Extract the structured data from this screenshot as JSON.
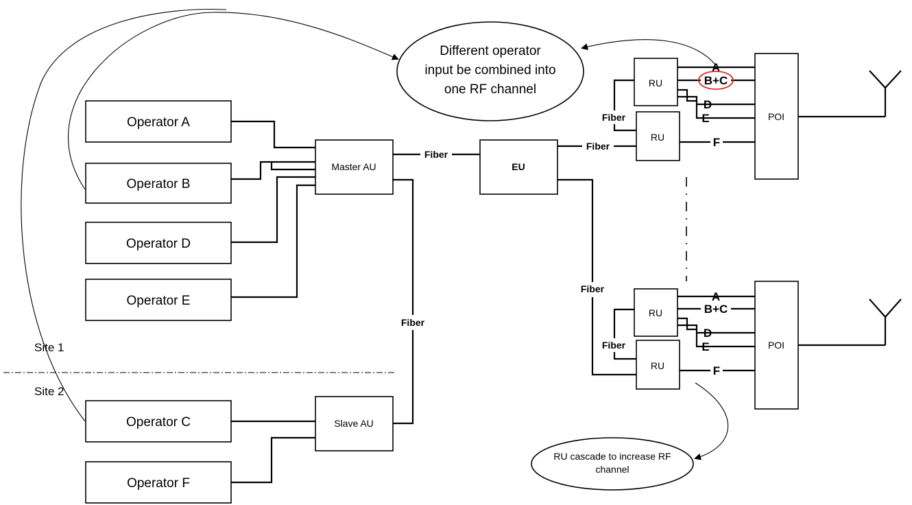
{
  "operators": {
    "a": "Operator A",
    "b": "Operator B",
    "d": "Operator D",
    "e": "Operator E",
    "c": "Operator C",
    "f": "Operator F"
  },
  "units": {
    "master_au": "Master AU",
    "slave_au": "Slave AU",
    "eu": "EU",
    "ru": "RU",
    "poi": "POI"
  },
  "links": {
    "fiber": "Fiber"
  },
  "channels": {
    "a": "A",
    "bc": "B+C",
    "d": "D",
    "e": "E",
    "f": "F"
  },
  "sites": {
    "site1": "Site 1",
    "site2": "Site 2"
  },
  "callouts": {
    "combine_lines": [
      "Different operator",
      "input be combined into",
      "one RF channel"
    ],
    "cascade_lines": [
      "RU cascade to increase RF",
      "channel"
    ]
  },
  "colors": {
    "highlight_ellipse": "#e32626",
    "line": "#000000"
  }
}
